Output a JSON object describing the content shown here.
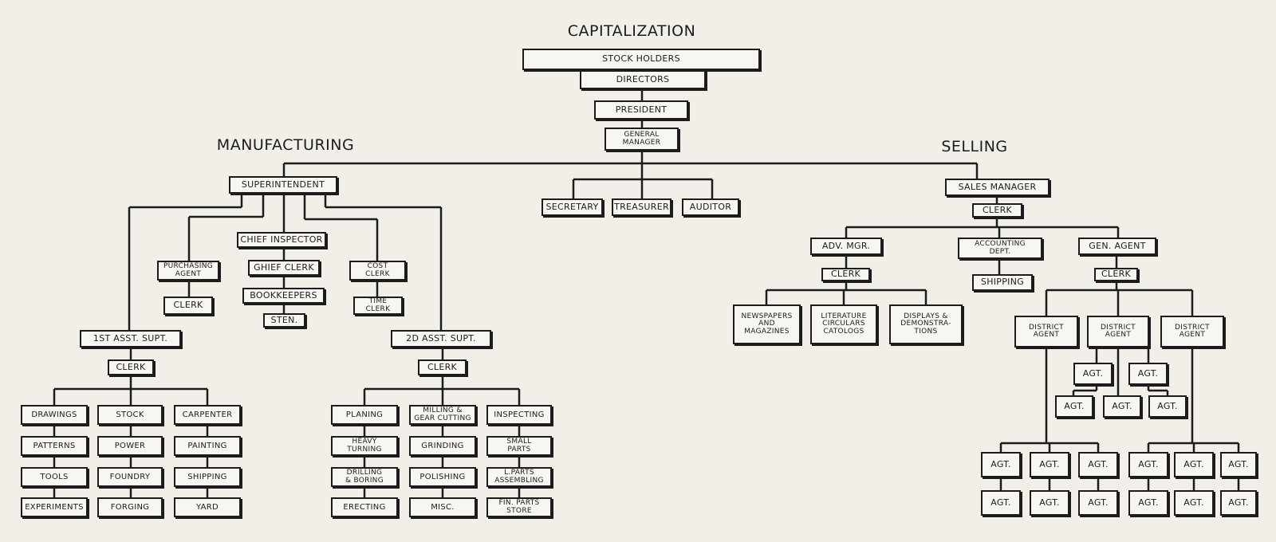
{
  "headings": {
    "capitalization": "CAPITALIZATION",
    "manufacturing": "MANUFACTURING",
    "selling": "SELLING"
  },
  "executive": {
    "stock_holders": "STOCK HOLDERS",
    "directors": "DIRECTORS",
    "president": "PRESIDENT",
    "general_manager": "GENERAL\nMANAGER",
    "secretary": "SECRETARY",
    "treasurer": "TREASURER",
    "auditor": "AUDITOR"
  },
  "manufacturing": {
    "superintendent": "SUPERINTENDENT",
    "purchasing_agent": "PURCHASING\nAGENT",
    "purchasing_clerk": "CLERK",
    "chief_inspector": "CHIEF INSPECTOR",
    "chief_clerk": "GHIEF CLERK",
    "bookkeepers": "BOOKKEEPERS",
    "sten": "STEN.",
    "cost_clerk": "COST\nCLERK",
    "time_clerk": "TIME\nCLERK",
    "first_asst": "1ST ASST. SUPT.",
    "first_clerk": "CLERK",
    "second_asst": "2D ASST. SUPT.",
    "second_clerk": "CLERK",
    "first_columns": [
      [
        "DRAWINGS",
        "PATTERNS",
        "TOOLS",
        "EXPERIMENTS"
      ],
      [
        "STOCK",
        "POWER",
        "FOUNDRY",
        "FORGING"
      ],
      [
        "CARPENTER",
        "PAINTING",
        "SHIPPING",
        "YARD"
      ]
    ],
    "second_columns": [
      [
        "PLANING",
        "HEAVY\nTURNING",
        "DRILLING\n& BORING",
        "ERECTING"
      ],
      [
        "MILLING &\nGEAR CUTTING",
        "GRINDING",
        "POLISHING",
        "MISC."
      ],
      [
        "INSPECTING",
        "SMALL\nPARTS",
        "L.PARTS\nASSEMBLING",
        "FIN. PARTS\nSTORE"
      ]
    ]
  },
  "selling": {
    "sales_manager": "SALES MANAGER",
    "sales_clerk": "CLERK",
    "adv_mgr": "ADV. MGR.",
    "adv_clerk": "CLERK",
    "adv_children": [
      "NEWSPAPERS\nAND\nMAGAZINES",
      "LITERATURE\nCIRCULARS\nCATOLOGS",
      "DISPLAYS &\nDEMONSTRA-\nTIONS"
    ],
    "accounting": "ACCOUNTING\nDEPT.",
    "shipping": "SHIPPING",
    "gen_agent": "GEN. AGENT",
    "gen_clerk": "CLERK",
    "district_agents": [
      "DISTRICT\nAGENT",
      "DISTRICT\nAGENT",
      "DISTRICT\nAGENT"
    ],
    "agent": "AGT."
  }
}
